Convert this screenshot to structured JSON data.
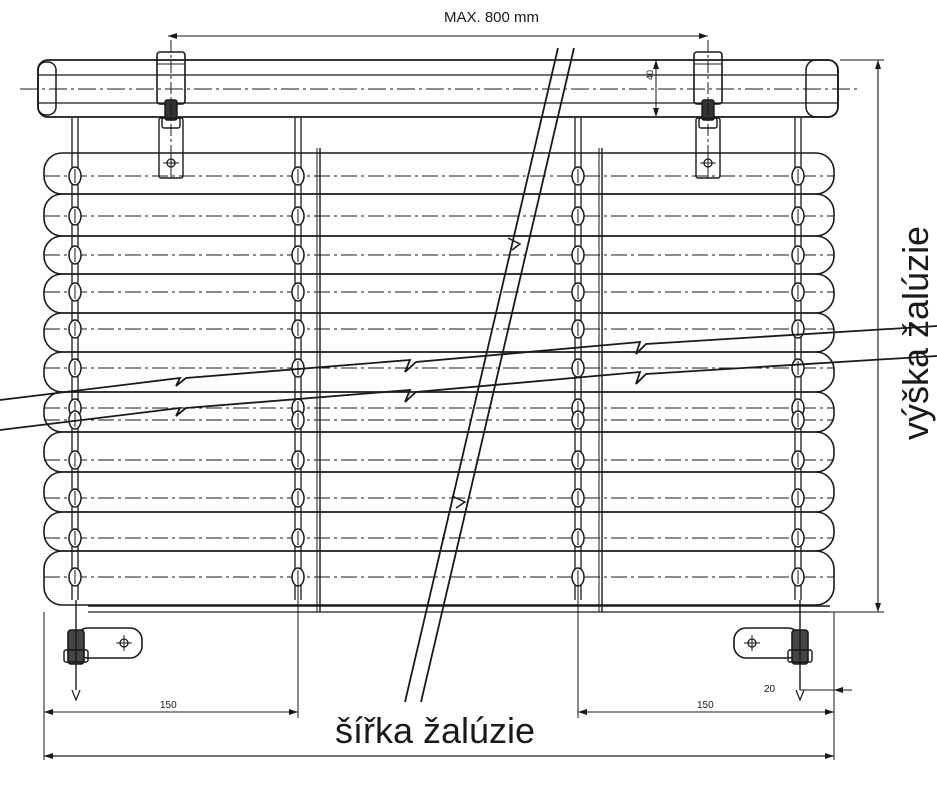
{
  "labels": {
    "max_width": "MAX. 800 mm",
    "rail_height": "40",
    "left_offset": "150",
    "right_offset": "150",
    "edge_offset": "20",
    "blind_width": "šířka žalúzie",
    "blind_height": "výška žalúzie"
  },
  "colors": {
    "line": "#1a1a1a",
    "background": "#ffffff"
  }
}
